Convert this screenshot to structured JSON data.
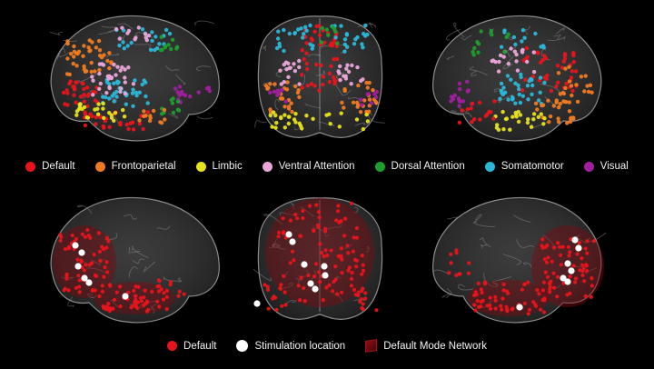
{
  "top_legend": [
    {
      "label": "Default",
      "color": "#e8141c"
    },
    {
      "label": "Frontoparietal",
      "color": "#f07a22"
    },
    {
      "label": "Limbic",
      "color": "#e6e21e"
    },
    {
      "label": "Ventral Attention",
      "color": "#e9a6d9"
    },
    {
      "label": "Dorsal Attention",
      "color": "#1e9e2e"
    },
    {
      "label": "Somatomotor",
      "color": "#2bb7d8"
    },
    {
      "label": "Visual",
      "color": "#a21fa0"
    }
  ],
  "bottom_legend": {
    "default_label": "Default",
    "default_color": "#e8141c",
    "stim_label": "Stimulation location",
    "stim_color": "#ffffff",
    "dmn_label": "Default Mode Network",
    "dmn_color": "#8a0e14"
  }
}
